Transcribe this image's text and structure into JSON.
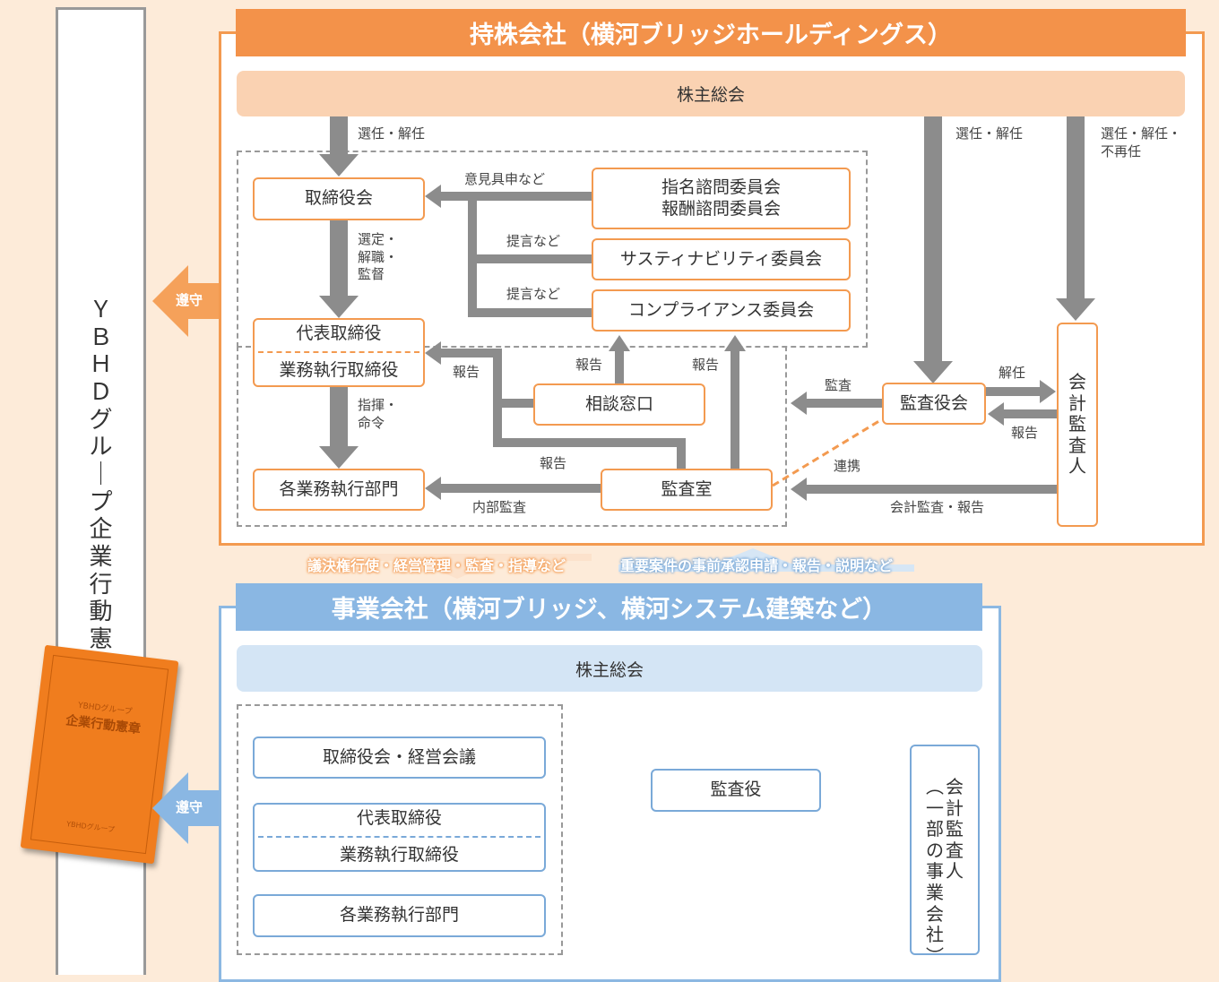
{
  "left_bar": {
    "label": "ＹＢＨＤグループ企業行動憲章"
  },
  "booklet": {
    "line1": "YBHDグループ",
    "line2": "企業行動憲章",
    "line3": "YBHDグループ"
  },
  "comply_label": "遵守",
  "holding": {
    "title": "持株会社（横河ブリッジホールディングス）",
    "shareholders": "株主総会",
    "board": "取締役会",
    "nomination_committee": "指名諮問委員会",
    "remuneration_committee": "報酬諮問委員会",
    "sustainability_committee": "サスティナビリティ委員会",
    "compliance_committee": "コンプライアンス委員会",
    "president": "代表取締役",
    "executive_director": "業務執行取締役",
    "consultation": "相談窓口",
    "departments": "各業務執行部門",
    "audit_office": "監査室",
    "auditors_board": "監査役会",
    "accounting_auditor": "会計監査人",
    "labels": {
      "elect_dismiss_1": "選任・解任",
      "elect_dismiss_2": "選任・解任",
      "elect_dismiss_3a": "選任・解任・",
      "elect_dismiss_3b": "不再任",
      "opinion": "意見具申など",
      "proposal_1": "提言など",
      "proposal_2": "提言など",
      "select_1": "選定・",
      "select_2": "解職・",
      "select_3": "監督",
      "command_1": "指揮・",
      "command_2": "命令",
      "report_1": "報告",
      "report_2": "報告",
      "report_3": "報告",
      "report_4": "報告",
      "report_5": "報告",
      "audit": "監査",
      "dismiss": "解任",
      "cooperation": "連携",
      "internal_audit": "内部監査",
      "accounting_report": "会計監査・報告"
    }
  },
  "flows": {
    "down": "議決権行使・経営管理・監査・指導など",
    "up": "重要案件の事前承認申請・報告・説明など"
  },
  "operating": {
    "title": "事業会社（横河ブリッジ、横河システム建築など）",
    "shareholders": "株主総会",
    "board": "取締役会・経営会議",
    "president": "代表取締役",
    "executive_director": "業務執行取締役",
    "departments": "各業務執行部門",
    "auditor": "監査役",
    "accounting_auditor_main": "会計監査人",
    "accounting_auditor_note": "（一部の事業会社）"
  },
  "colors": {
    "orange": "#f3924a",
    "blue": "#8ab7e3",
    "gray_arrow": "#8c8c8c",
    "background": "#fdebd9"
  }
}
